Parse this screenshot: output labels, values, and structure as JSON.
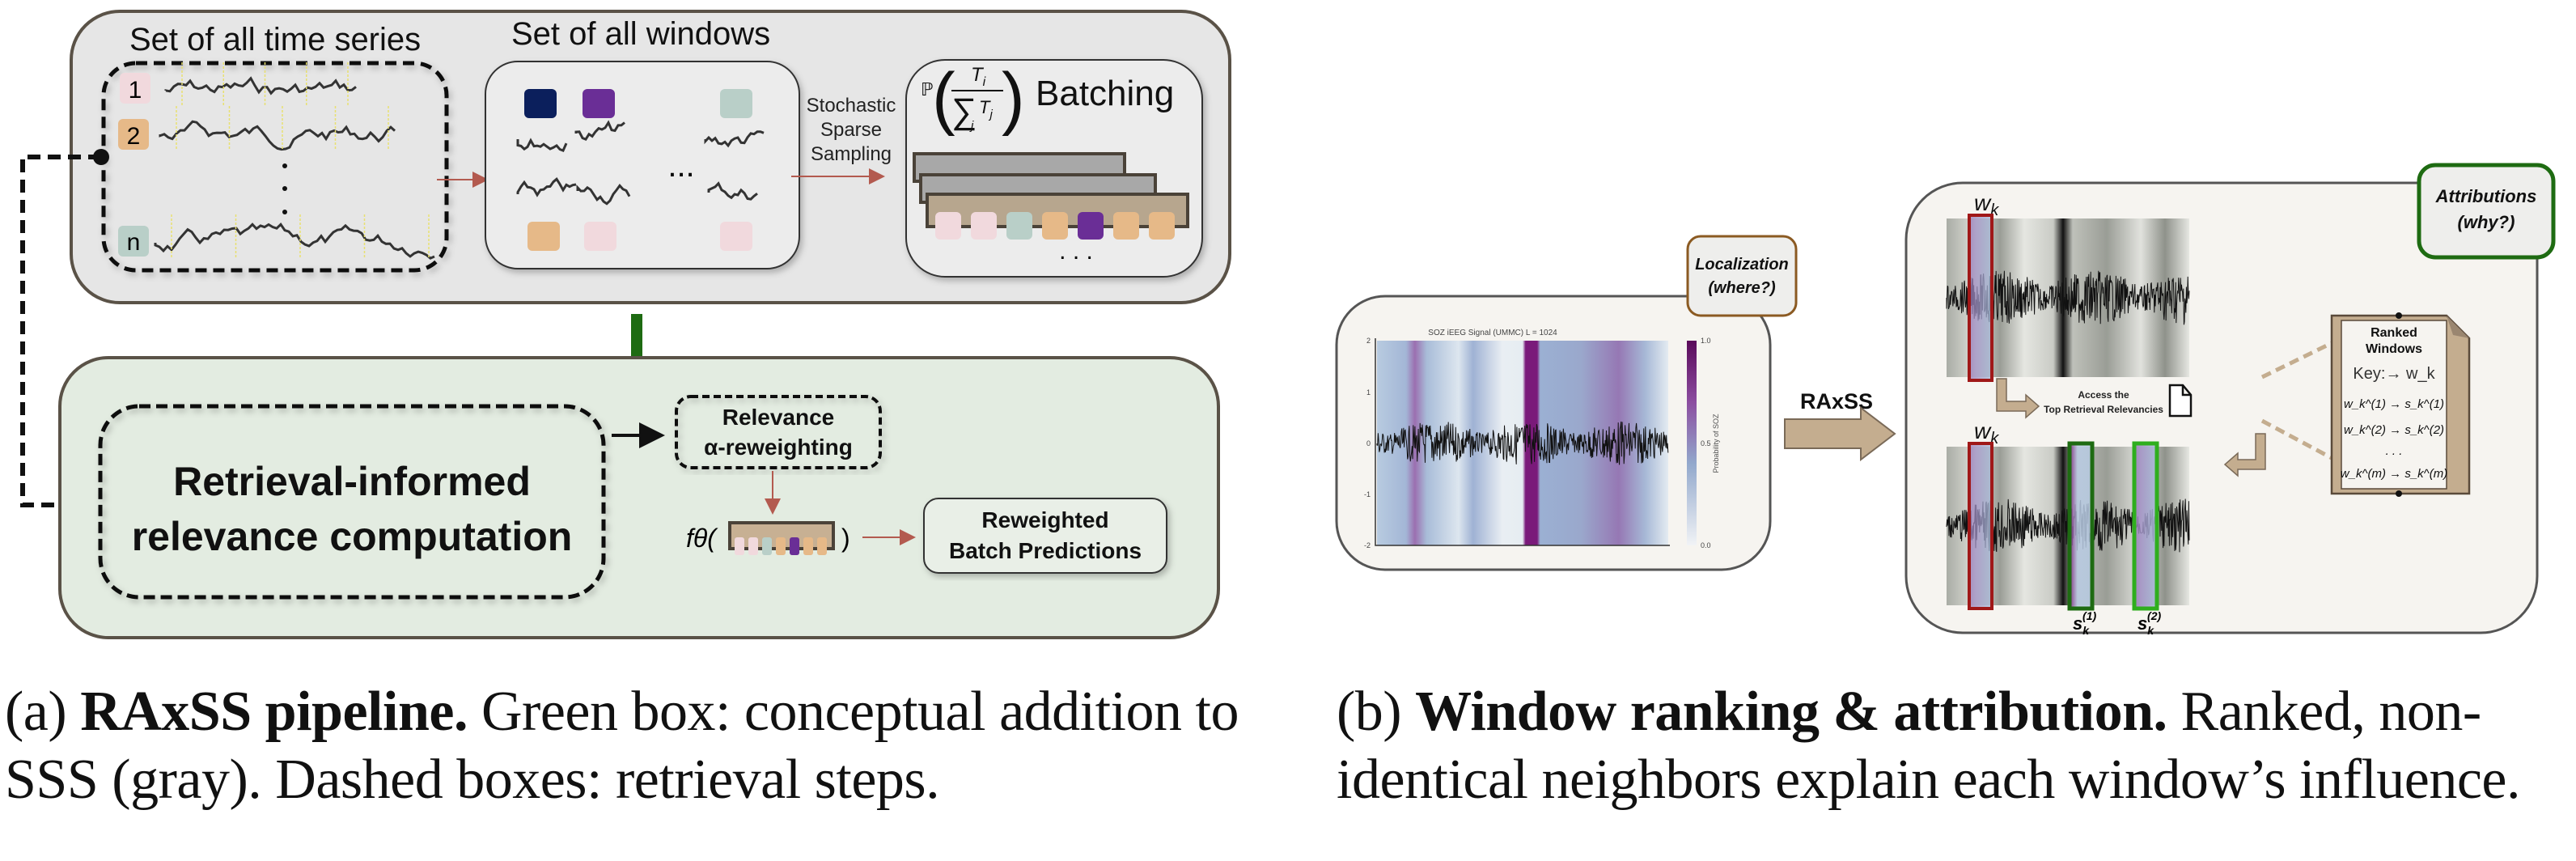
{
  "panel_a": {
    "series_set_title": "Set of all time series",
    "windows_set_title": "Set of all windows",
    "series_labels": [
      "1",
      "2",
      "n"
    ],
    "series_label_colors": [
      "#f1d9dd",
      "#e6b988",
      "#b9cfc8"
    ],
    "window_colors_top": [
      "#0b1f5c",
      "#6a2e96",
      "#b9cfc8"
    ],
    "window_colors_bottom": [
      "#e6b988",
      "#f1d9dd",
      "#f1d9dd"
    ],
    "ellipsis": "...",
    "sampling_label": [
      "Stochastic",
      "Sparse",
      "Sampling"
    ],
    "probability_formula": "ℙ(Tᵢ / Σⱼ Tⱼ)",
    "batching_label": "Batching",
    "batch_colors": [
      "#f1d9dd",
      "#f1d9dd",
      "#b9cfc8",
      "#e6b988",
      "#6a2e96",
      "#e6b988",
      "#e6b988"
    ],
    "batch_more": ". . .",
    "retrieval_box": [
      "Retrieval-informed",
      "relevance computation"
    ],
    "reweighting_box": [
      "Relevance",
      "α-reweighting"
    ],
    "model_fn": "fθ(",
    "model_fn_close": ")",
    "predictions_box": [
      "Reweighted",
      "Batch Predictions"
    ],
    "colors": {
      "gray_panel": "#e6e6e6",
      "green_panel": "#e3ece1",
      "green_arrow": "#1e6b12",
      "red_arrow": "#b35a4f"
    }
  },
  "panel_b": {
    "plot_title": "SOZ iEEG Signal (UMMC) L = 1024",
    "y_ticks": [
      "2",
      "1",
      "0",
      "-1",
      "-2"
    ],
    "colorbar_ticks": [
      "1.0",
      "0.5",
      "0.0"
    ],
    "colorbar_label": "Probability of SOZ",
    "localization_note": [
      "Localization",
      "(where?)"
    ],
    "raxss_label": "RAxSS",
    "attributions_note": [
      "Attributions",
      "(why?)"
    ],
    "window_label": "w_k",
    "access_label": [
      "Access the",
      "Top Retrieval Relevancies"
    ],
    "ranked_title": [
      "Ranked",
      "Windows"
    ],
    "ranked_key": "Key:→ w_k",
    "ranked_rows": [
      "w_k^(1) → s_k^(1)",
      "w_k^(2) → s_k^(2)",
      ". . .",
      "w_k^(m) → s_k^(m)"
    ],
    "neighbor_labels": [
      "s_k^(1)",
      "s_k^(2)"
    ],
    "colors": {
      "localization_border": "#8b5a22",
      "attributions_border": "#1e6b12",
      "query_box": "#a01818",
      "neighbor1_box": "#1e6b12",
      "neighbor2_box": "#2fae1e",
      "tan": "#c4ad8f"
    }
  },
  "captions": {
    "a_prefix": "(a) ",
    "a_bold": "RAxSS pipeline.",
    "a_text": " Green box: conceptual addition to SSS (gray). Dashed boxes: retrieval steps.",
    "b_prefix": "(b) ",
    "b_bold": "Window ranking & attribution.",
    "b_text": " Ranked, non-identical neighbors explain each window’s influence."
  }
}
